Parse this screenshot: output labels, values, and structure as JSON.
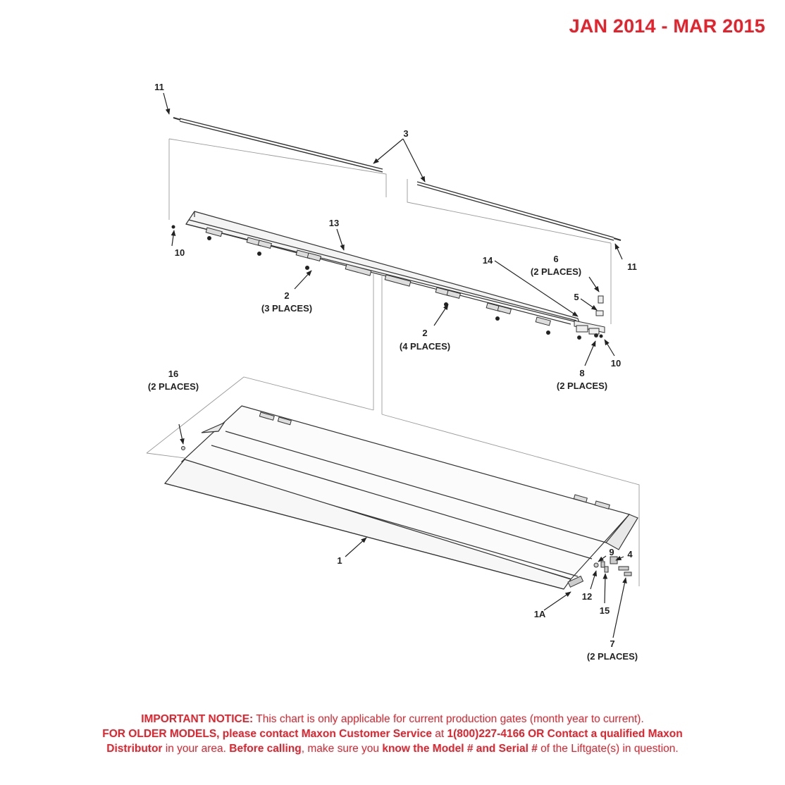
{
  "header": {
    "date_range": "JAN 2014 - MAR 2015"
  },
  "callouts": {
    "c11_top": "11",
    "c3": "3",
    "c13": "13",
    "c10_left": "10",
    "c2_left": "2",
    "c2_left_places": "(3 PLACES)",
    "c14": "14",
    "c6": "6",
    "c6_places": "(2 PLACES)",
    "c11_right": "11",
    "c5": "5",
    "c2_right": "2",
    "c2_right_places": "(4 PLACES)",
    "c10_right": "10",
    "c8": "8",
    "c8_places": "(2 PLACES)",
    "c16": "16",
    "c16_places": "(2 PLACES)",
    "c1": "1",
    "c9": "9",
    "c4": "4",
    "c12": "12",
    "c15": "15",
    "c1a": "1A",
    "c7": "7",
    "c7_places": "(2 PLACES)"
  },
  "notice": {
    "line1_bold": "IMPORTANT NOTICE:",
    "line1_rest": " This chart is only applicable for current production gates (month year to current).",
    "line2_bold1": "FOR OLDER MODELS, please contact Maxon Customer Service",
    "line2_mid": " at ",
    "line2_bold2": "1(800)227-4166 OR Contact a qualified Maxon",
    "line3_bold1": "Distributor",
    "line3_mid1": " in your area. ",
    "line3_bold2": "Before calling",
    "line3_mid2": ", make sure you ",
    "line3_bold3": "know the Model # and Serial #",
    "line3_end": " of the Liftgate(s) in question."
  },
  "colors": {
    "accent_red": "#e8202a",
    "line": "#333333",
    "light_line": "#888888"
  }
}
